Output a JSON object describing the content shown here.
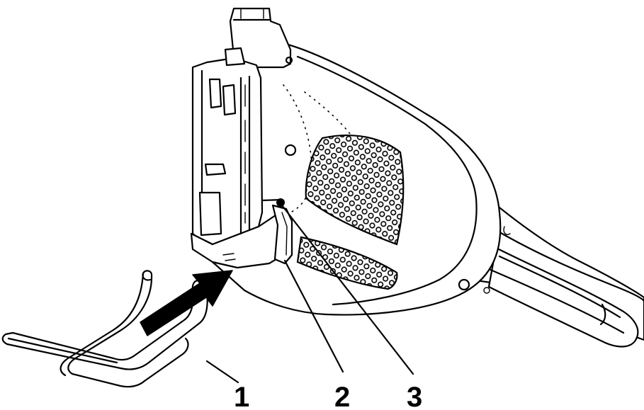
{
  "figure": {
    "callouts": [
      {
        "label": "1"
      },
      {
        "label": "2"
      },
      {
        "label": "3"
      }
    ],
    "colors": {
      "line": "#000000",
      "background": "#ffffff"
    },
    "icons": [
      "insertion-arrow-icon"
    ]
  }
}
